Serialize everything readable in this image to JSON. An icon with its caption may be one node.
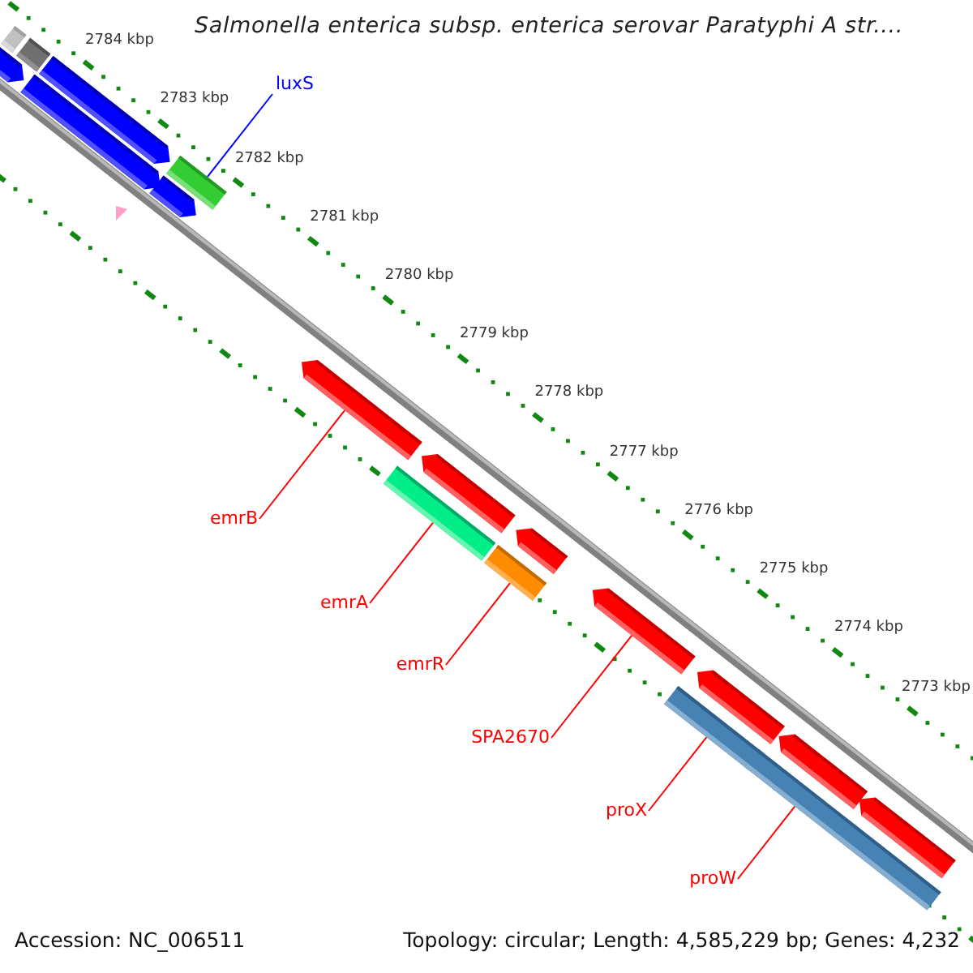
{
  "diagram": {
    "title": "Salmonella enterica subsp. enterica serovar Paratyphi A str....",
    "nodes": [
      {
        "text": [
          "luxS"
        ]
      },
      {
        "text": [],
        "shape": "bar"
      },
      {
        "text": [
          "emrB"
        ]
      },
      {
        "text": [],
        "shape": "bar"
      },
      {
        "text": [
          "emrA"
        ]
      },
      {
        "text": [],
        "shape": "bar"
      },
      {
        "text": [
          "emrR"
        ]
      },
      {
        "text": [],
        "shape": "bar"
      },
      {
        "text": [
          "SPA2670"
        ]
      },
      {
        "text": [],
        "shape": "bar"
      },
      {
        "text": [
          "proX"
        ]
      },
      {
        "text": [],
        "shape": "bar"
      },
      {
        "text": [
          "proW"
        ]
      },
      {
        "text": [],
        "shape": "bar"
      },
      {
        "text": [],
        "shape": "bar"
      },
      {
        "text": [],
        "shape": "bar"
      },
      {
        "text": [],
        "shape": "bar"
      },
      {
        "text": [],
        "shape": "bar"
      },
      {
        "text": [],
        "shape": "bar"
      },
      {
        "text": [],
        "shape": "bar"
      },
      {
        "text": [],
        "shape": "bar"
      },
      {
        "text": [],
        "shape": "bar"
      },
      {
        "text": [],
        "shape": "bar"
      },
      {
        "text": [],
        "shape": "bar"
      },
      {
        "text": [],
        "shape": "bar"
      }
    ],
    "edges": [
      {
        "from": 0,
        "to": 1,
        "arrow": "none",
        "color": "#0000ff"
      },
      {
        "from": 2,
        "to": 3,
        "arrow": "none"
      },
      {
        "from": 4,
        "to": 5,
        "arrow": "none"
      },
      {
        "from": 6,
        "to": 7,
        "arrow": "none"
      },
      {
        "from": 8,
        "to": 9,
        "arrow": "none"
      },
      {
        "from": 10,
        "to": 11,
        "arrow": "none"
      },
      {
        "from": 12,
        "to": 13,
        "arrow": "none"
      }
    ],
    "labels": [
      "2784 kbp",
      "2783 kbp",
      "2782 kbp",
      "2781 kbp",
      "2780 kbp",
      "2779 kbp",
      "2778 kbp",
      "2777 kbp",
      "2776 kbp",
      "2775 kbp",
      "2774 kbp",
      "2773 kbp",
      "Accession: NC_006511",
      "Topology: circular; Length: 4,585,229 bp; Genes: 4,232"
    ]
  }
}
